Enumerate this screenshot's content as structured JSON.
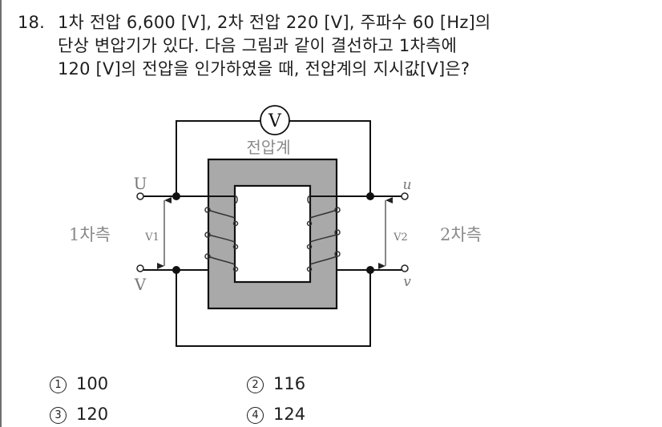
{
  "question": {
    "number": "18.",
    "lines": [
      "1차 전압 6,600 [V], 2차 전압 220 [V], 주파수 60 [Hz]의",
      "단상 변압기가 있다. 다음 그림과 같이 결선하고 1차측에",
      "120 [V]의 전압을 인가하였을 때, 전압계의 지시값[V]은?"
    ]
  },
  "diagram": {
    "voltmeter_symbol": "V",
    "voltmeter_label": "전압계",
    "primary_label": "1차측",
    "secondary_label": "2차측",
    "primary_terminals": {
      "top": "U",
      "bottom": "V"
    },
    "secondary_terminals": {
      "top": "u",
      "bottom": "v"
    },
    "primary_voltage": "V1",
    "secondary_voltage": "V2",
    "colors": {
      "core_fill": "#a9a9a9",
      "wire": "#111111",
      "label": "#7a7a7a"
    }
  },
  "choices": [
    {
      "mark": "1",
      "value": "100"
    },
    {
      "mark": "2",
      "value": "116"
    },
    {
      "mark": "3",
      "value": "120"
    },
    {
      "mark": "4",
      "value": "124"
    }
  ]
}
